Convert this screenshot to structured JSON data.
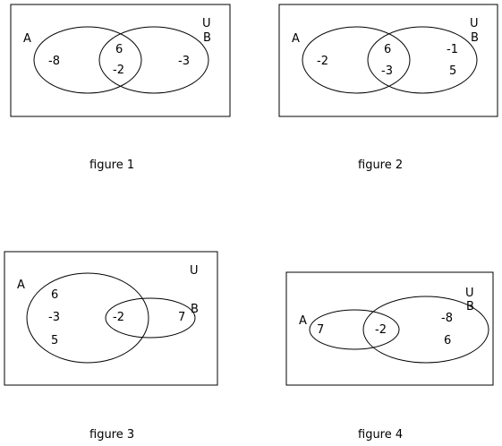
{
  "figures": [
    {
      "caption": "figure 1",
      "universe_label": "U",
      "set_a_label": "A",
      "set_b_label": "B",
      "only_a": [
        "-8"
      ],
      "intersection": [
        "6",
        "-2"
      ],
      "only_b": [
        "-3"
      ],
      "outside": []
    },
    {
      "caption": "figure 2",
      "universe_label": "U",
      "set_a_label": "A",
      "set_b_label": "B",
      "only_a": [
        "-2"
      ],
      "intersection": [
        "6",
        "-3"
      ],
      "only_b": [
        "-1",
        "5"
      ],
      "outside": []
    },
    {
      "caption": "figure 3",
      "universe_label": "U",
      "set_a_label": "A",
      "set_b_label": "B",
      "only_a": [
        "6",
        "-3",
        "5"
      ],
      "intersection": [
        "-2"
      ],
      "only_b": [
        "7"
      ],
      "outside": []
    },
    {
      "caption": "figure 4",
      "universe_label": "U",
      "set_a_label": "A",
      "set_b_label": "B",
      "only_a": [
        "7"
      ],
      "intersection": [
        "-2"
      ],
      "only_b": [
        "-8",
        "6"
      ],
      "outside": []
    }
  ]
}
